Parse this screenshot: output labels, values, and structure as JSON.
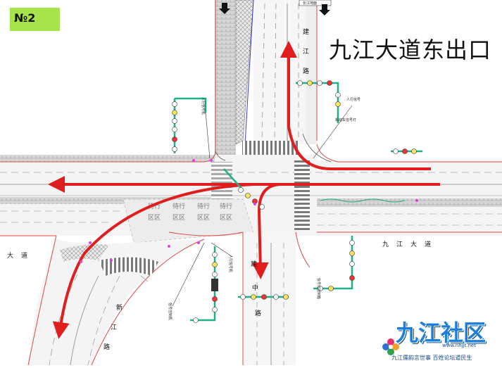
{
  "badge": {
    "text": "№2",
    "color": "#a7e34a"
  },
  "title": "九江大道东出口",
  "road_labels": {
    "north": [
      "建",
      "江",
      "路"
    ],
    "south": [
      "建",
      "中",
      "路"
    ],
    "east": [
      "九",
      "江",
      "大",
      "道"
    ],
    "west": [
      "大",
      "道"
    ],
    "southwest": [
      "新",
      "江",
      "路"
    ],
    "top_sign": "长江地面"
  },
  "lane_markings": [
    "待行",
    "待行",
    "待行",
    "待行",
    "区区",
    "区区",
    "区区",
    "区区"
  ],
  "signal_labels": [
    "人行信号机",
    "人行信号",
    "机动车信号灯",
    "人行信号机",
    "信号控制机",
    "信号灯控制箱"
  ],
  "logo": {
    "main_text": "九江社区",
    "url": "www.nhjjt.net",
    "slogan": "九江儒韵言世事  百姓论坛道民生"
  },
  "colors": {
    "arrow": "#e01e1e",
    "signal_pole": "#1fb08a",
    "badge": "#a7e34a",
    "road_edge": "#e04848",
    "sidewalk": "#d8d8d8"
  }
}
